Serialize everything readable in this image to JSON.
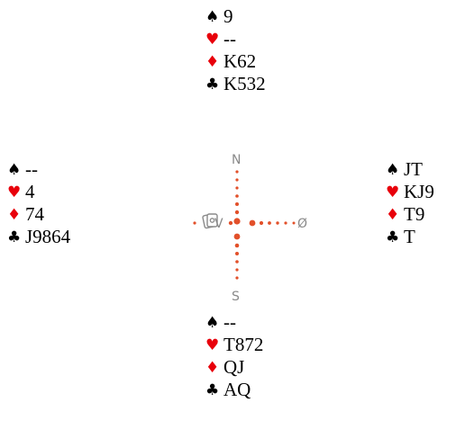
{
  "colors": {
    "black_suit": "#000000",
    "red_suit": "#e8000b",
    "dots": "#e2502a",
    "compass_label": "#8a8a8a"
  },
  "hands": {
    "north": [
      {
        "suit": "♠",
        "cards": "9"
      },
      {
        "suit": "♥",
        "cards": "--"
      },
      {
        "suit": "♦",
        "cards": "K62"
      },
      {
        "suit": "♣",
        "cards": "K532"
      }
    ],
    "west": [
      {
        "suit": "♠",
        "cards": "--"
      },
      {
        "suit": "♥",
        "cards": "4"
      },
      {
        "suit": "♦",
        "cards": "74"
      },
      {
        "suit": "♣",
        "cards": "J9864"
      }
    ],
    "east": [
      {
        "suit": "♠",
        "cards": "JT"
      },
      {
        "suit": "♥",
        "cards": "KJ9"
      },
      {
        "suit": "♦",
        "cards": "T9"
      },
      {
        "suit": "♣",
        "cards": "T"
      }
    ],
    "south": [
      {
        "suit": "♠",
        "cards": "--"
      },
      {
        "suit": "♥",
        "cards": "T872"
      },
      {
        "suit": "♦",
        "cards": "QJ"
      },
      {
        "suit": "♣",
        "cards": "AQ"
      }
    ]
  },
  "compass": {
    "north": "N",
    "south": "S",
    "west": "V",
    "east": "Ø",
    "icon": "card-deck-icon"
  }
}
